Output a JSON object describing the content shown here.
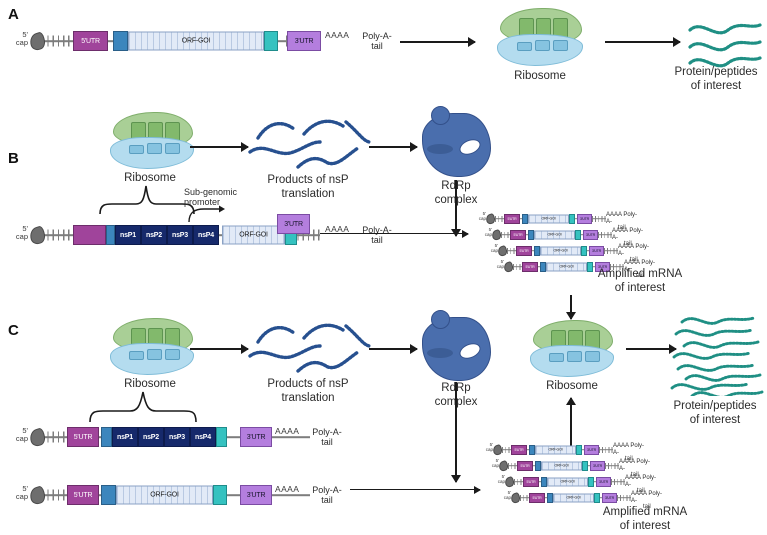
{
  "figure": {
    "panels": [
      "A",
      "B",
      "C"
    ],
    "labels": {
      "ribosome": "Ribosome",
      "protein": "Protein/peptides\nof interest",
      "protein_line1": "Protein/peptides",
      "protein_line2": "of interest",
      "nsp_products_line1": "Products of nsP",
      "nsp_products_line2": "translation",
      "rdrp_line1": "RdRp",
      "rdrp_line2": "complex",
      "subgenomic_line1": "Sub-genomic",
      "subgenomic_line2": "promoter",
      "amplified_line1": "Amplified mRNA",
      "amplified_line2": "of interest"
    },
    "construct": {
      "cap_line1": "5'",
      "cap_line2": "cap",
      "utr5": "5'UTR",
      "utr3": "3'UTR",
      "orf": "ORF-GOI",
      "nsp1": "nsP1",
      "nsp2": "nsP2",
      "nsp3": "nsP3",
      "nsp4": "nsP4",
      "polya_aaaa": "AAAA",
      "polya_line1": "Poly-A-",
      "polya_line2": "tail"
    },
    "colors": {
      "utr5": "#a0449b",
      "utr3": "#b47ede",
      "start_codon": "#3c86bd",
      "stop_codon": "#35c2c0",
      "orf": "#e2eaf7",
      "nsp": "#16296b",
      "ribosome_large": "#a9cf96",
      "ribosome_small": "#b4dcef",
      "rdrp": "#4a6ead",
      "protein_squiggle": "#1f8f84",
      "nsp_squiggle": "#27508f",
      "cap": "#6e6e6e",
      "backbone": "#7d7d7d"
    },
    "counts": {
      "panel_a_proteins": 3,
      "panel_b_nsp_products": 5,
      "panel_b_amplified_mrna": 4,
      "panel_c_nsp_products": 5,
      "panel_c_amplified_mrna": 4,
      "panel_c_proteins": 8
    }
  }
}
